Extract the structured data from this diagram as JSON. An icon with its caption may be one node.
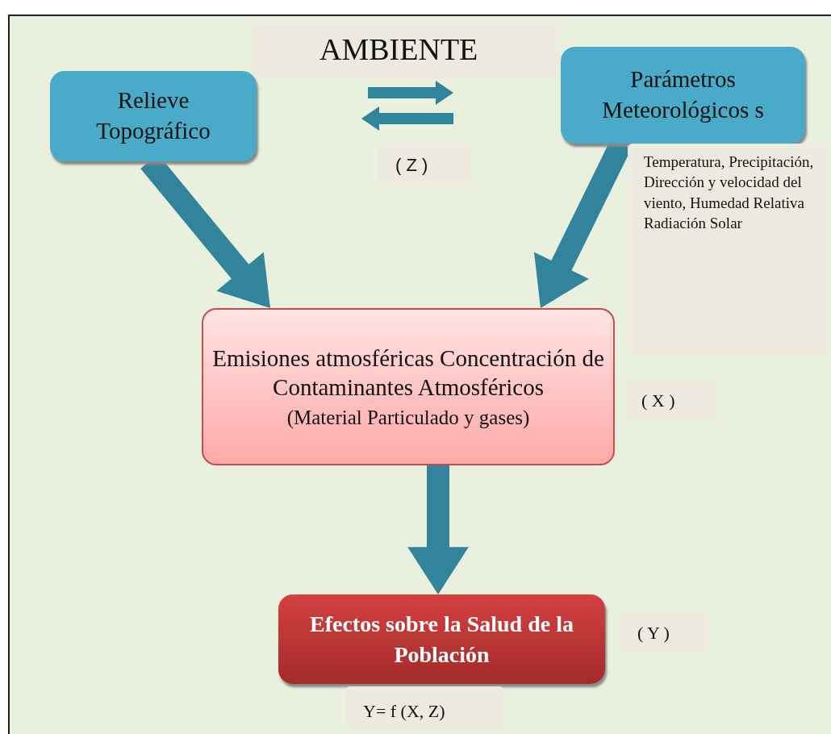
{
  "diagram": {
    "title": "AMBIENTE",
    "nodes": [
      {
        "text": [
          "Relieve Topográfico"
        ]
      },
      {
        "text": [
          "Parámetros Meteorológicos s"
        ],
        "beside": [
          "Temperatura, Precipitación, Dirección y velocidad del viento, Humedad Relativa Radiación Solar"
        ]
      },
      {
        "text": [
          "Emisiones atmosféricas Concentración de Contaminantes Atmosféricos",
          "(Material Particulado y gases)"
        ],
        "beside": [
          "( X )"
        ]
      },
      {
        "text": [
          "Efectos sobre la Salud de la Población"
        ],
        "beside": [
          "( Y )"
        ]
      }
    ],
    "edges": [
      {
        "from": 0,
        "to": 2,
        "arrow": "to",
        "style": "thick"
      },
      {
        "from": 1,
        "to": 2,
        "arrow": "to",
        "style": "thick"
      },
      {
        "from": 2,
        "to": 3,
        "arrow": "to",
        "style": "thick"
      }
    ],
    "labels": [
      "( Z )",
      "Y= f (X, Z)"
    ]
  }
}
